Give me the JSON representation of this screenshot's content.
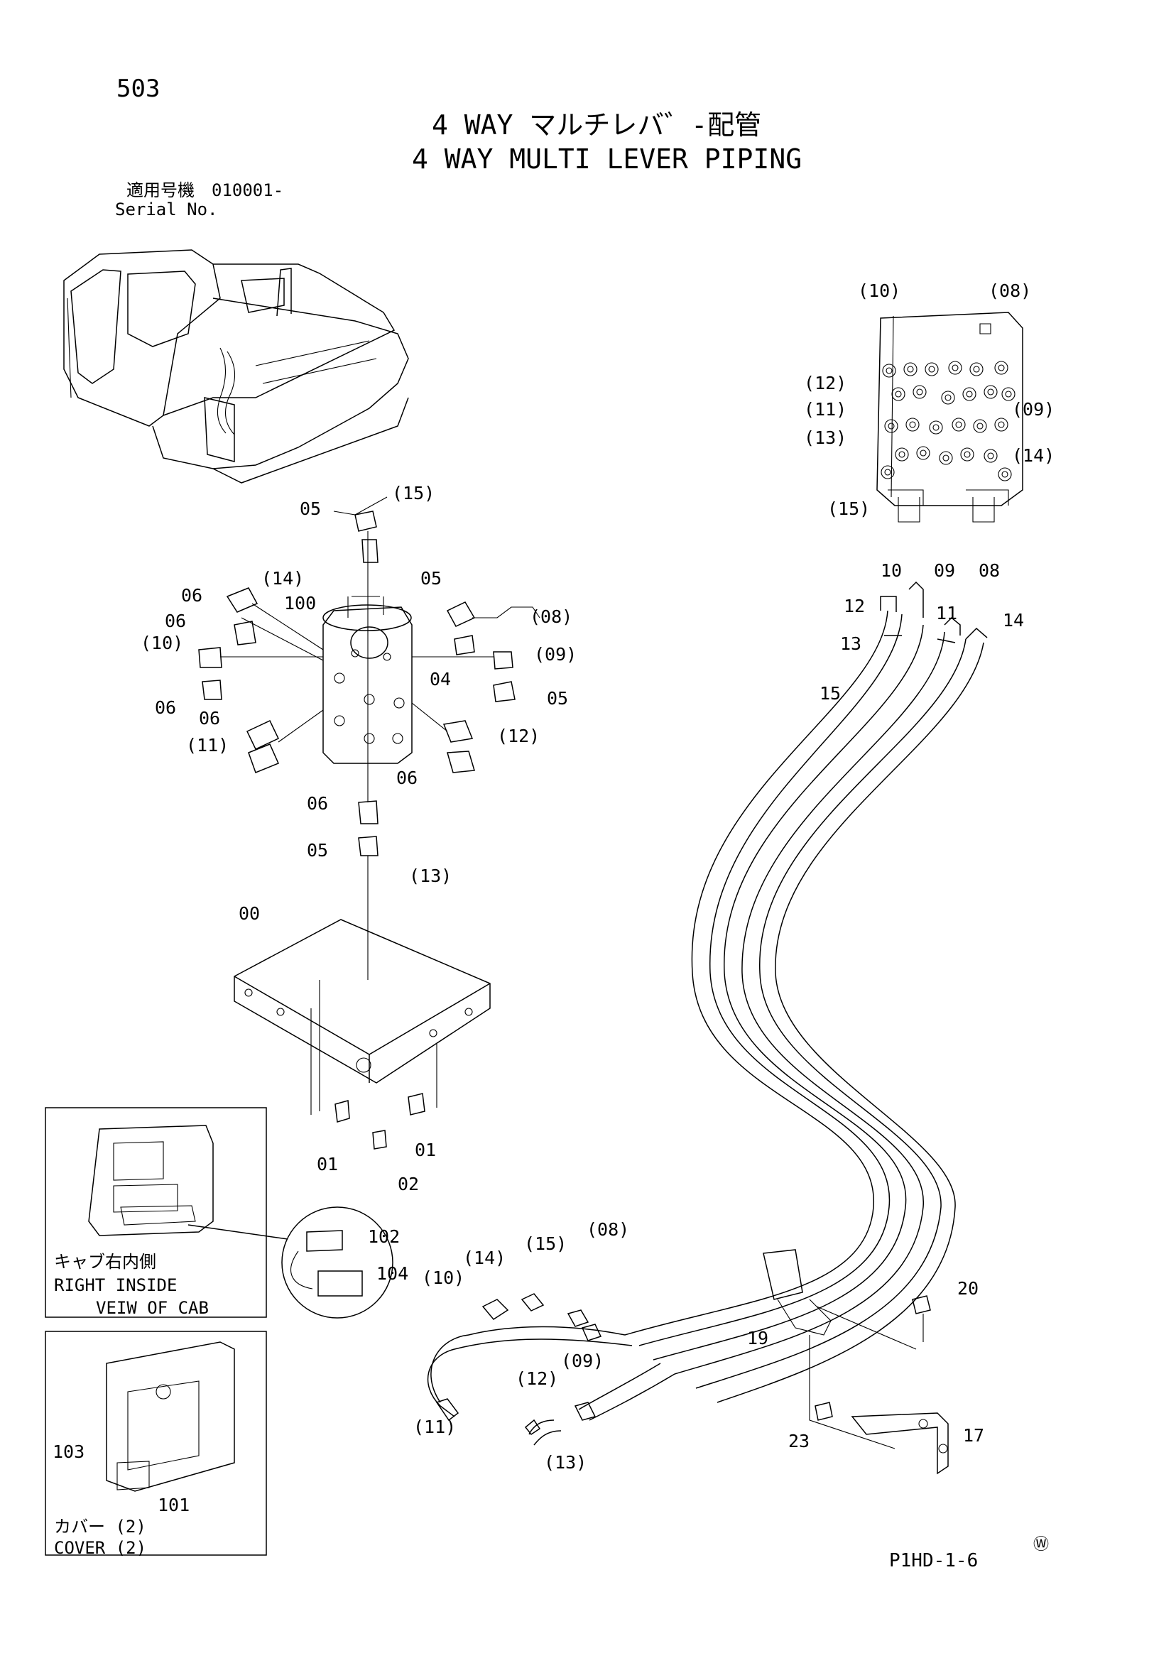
{
  "header": {
    "page_number": "503",
    "title_jp": "4 WAY マルチレバ゛-配管",
    "title_en": "4 WAY MULTI LEVER PIPING",
    "serial_jp": "適用号機　010001-",
    "serial_en": "Serial No."
  },
  "footer": {
    "doc_code": "P1HD-1-6",
    "mark": "Ⓦ"
  },
  "callouts": {
    "valve_top": [
      "(10)",
      "(08)",
      "(12)",
      "(11)",
      "(09)",
      "(13)",
      "(14)",
      "(15)"
    ],
    "valve_main": [
      "05",
      "(15)",
      "06",
      "(14)",
      "100",
      "05",
      "(08)",
      "06",
      "(10)",
      "(09)",
      "04",
      "05",
      "06",
      "06",
      "(11)",
      "(12)",
      "06",
      "06",
      "05",
      "(13)"
    ],
    "base": [
      "00",
      "01",
      "01",
      "02"
    ],
    "hoses_top": [
      "10",
      "09",
      "08",
      "12",
      "11",
      "13",
      "14",
      "15"
    ],
    "hoses_bottom": [
      "(14)",
      "(15)",
      "(08)",
      "(10)",
      "(09)",
      "(12)",
      "(11)",
      "(13)",
      "20",
      "19",
      "23",
      "17"
    ],
    "inset_cab": [
      "102",
      "104"
    ],
    "inset_cover": [
      "103",
      "101"
    ]
  },
  "insets": {
    "cab_view": {
      "jp": "キャブ右内側",
      "en_line1": "RIGHT  INSIDE",
      "en_line2": "VEIW  OF  CAB"
    },
    "cover_view": {
      "jp": "カバー (2)",
      "en": "COVER (2)"
    }
  }
}
